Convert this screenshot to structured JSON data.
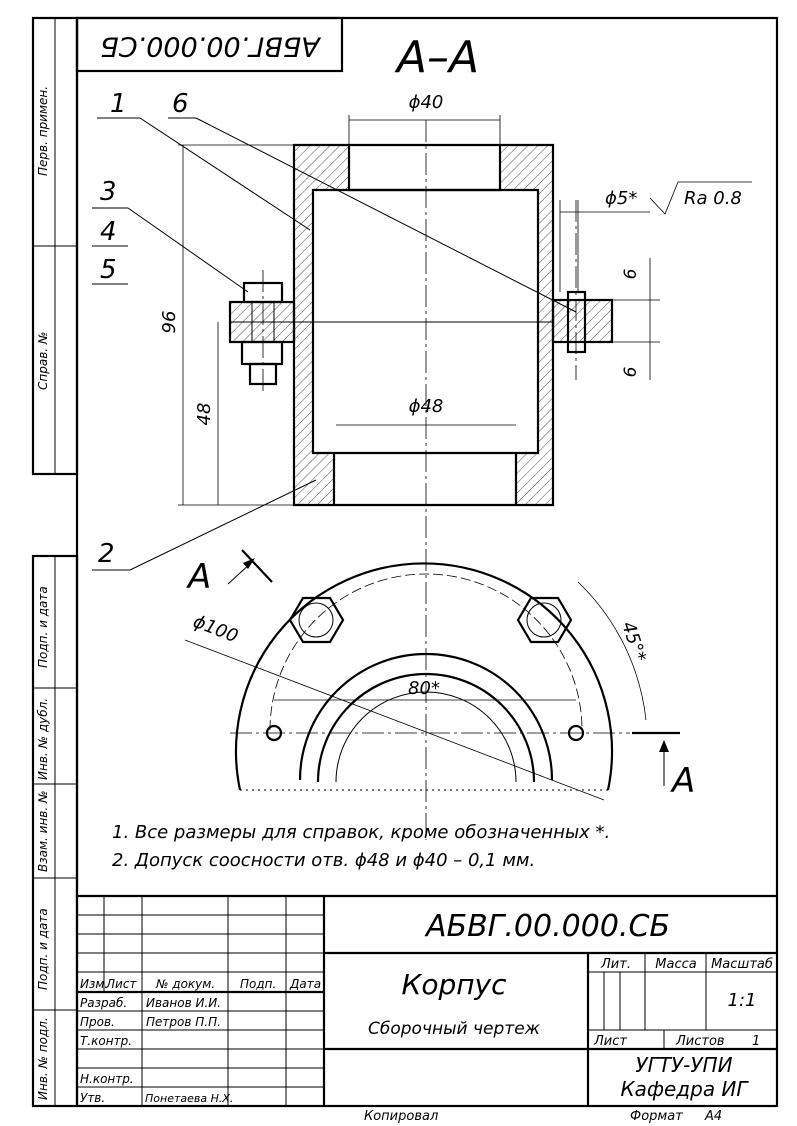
{
  "drawing": {
    "code_main": "АБВГ.00.000.СБ",
    "code_rotated": "АБВГ.00.000.СБ",
    "section_title": "А–А",
    "section_marker": "А"
  },
  "dimensions": {
    "d40": "ϕ40",
    "d48": "ϕ48",
    "d5": "ϕ5*",
    "ra": "Ra 0.8",
    "h96": "96",
    "h48": "48",
    "six_top": "6",
    "six_bottom": "6",
    "d100": "ϕ100",
    "s80": "80*",
    "angle45": "45°*"
  },
  "leaders": {
    "p1": "1",
    "p6": "6",
    "p3": "3",
    "p4": "4",
    "p5": "5",
    "p2": "2"
  },
  "notes": [
    "1. Все размеры для справок, кроме обозначенных *.",
    "2. Допуск соосности отв. ϕ48 и ϕ40 – 0,1 мм."
  ],
  "left_strip": {
    "perv_primen": "Перв. примен.",
    "sprav": "Справ. №",
    "podp_data_1": "Подп. и дата",
    "inv_dubl": "Инв. № дубл.",
    "vzam_inv": "Взам. инв. №",
    "podp_data_2": "Подп. и дата",
    "inv_podl": "Инв. № подл."
  },
  "title_block": {
    "designation": "АБВГ.00.000.СБ",
    "name": "Корпус",
    "doc_type": "Сборочный чертеж",
    "col_izm": "Изм.",
    "col_list": "Лист",
    "col_doc": "№ докум.",
    "col_podp": "Подп.",
    "col_data": "Дата",
    "row_razrab": "Разраб.",
    "row_prov": "Пров.",
    "row_tkontr": "Т.контр.",
    "row_nkontr": "Н.контр.",
    "row_utv": "Утв.",
    "name_razrab": "Иванов И.И.",
    "name_prov": "Петров П.П.",
    "name_utv": "Понетаева Н.Х.",
    "lit": "Лит.",
    "massa": "Масса",
    "masshtab": "Масштаб",
    "scale_value": "1:1",
    "sheet_label": "Лист",
    "sheets_label": "Листов",
    "sheets_value": "1",
    "org1": "УГТУ-УПИ",
    "org2": "Кафедра ИГ",
    "kopiroval": "Копировал",
    "format_label": "Формат",
    "format_value": "А4"
  }
}
